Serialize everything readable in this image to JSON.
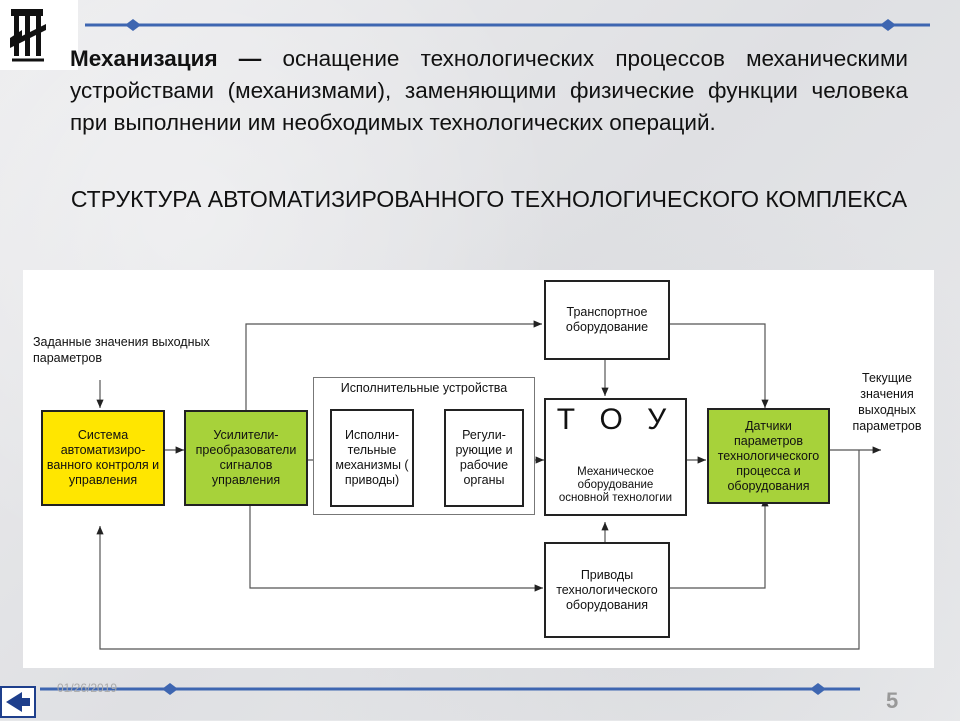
{
  "slide": {
    "term": "Механизация",
    "dash": "—",
    "definition": "оснащение технологических процессов механическими устройствами (механизмами), заменяющими физические функции человека при выполнении им необходимых технологических операций.",
    "heading": "СТРУКТУРА АВТОМАТИЗИРОВАННОГО ТЕХНОЛОГИЧЕСКОГО КОМПЛЕКСА",
    "date": "01/26/2019",
    "page_number": "5"
  },
  "diagram": {
    "input_label": "Заданные значения выходных параметров",
    "output_label": "Текущие значения выходных параметров",
    "control_system": "Система автоматизиро-ванного контроля и управления",
    "amplifiers": "Усилители-преобразователи сигналов управления",
    "actuators_group": "Исполнительные устройства",
    "actuators": "Исполни-тельные механизмы ( приводы)",
    "regulators": "Регули-рующие и рабочие органы",
    "tou_title": "Т О У",
    "tou_desc_1": "Механическое",
    "tou_desc_2": "оборудование",
    "tou_desc_3": "основной технологии",
    "transport": "Транспортное оборудование",
    "sensors": "Датчики параметров технологического процесса и оборудования",
    "drives": "Приводы технологического оборудования"
  },
  "colors": {
    "control_system": "#ffe600",
    "green_blocks": "#a7d23a",
    "rule": "#4a6fb5"
  }
}
